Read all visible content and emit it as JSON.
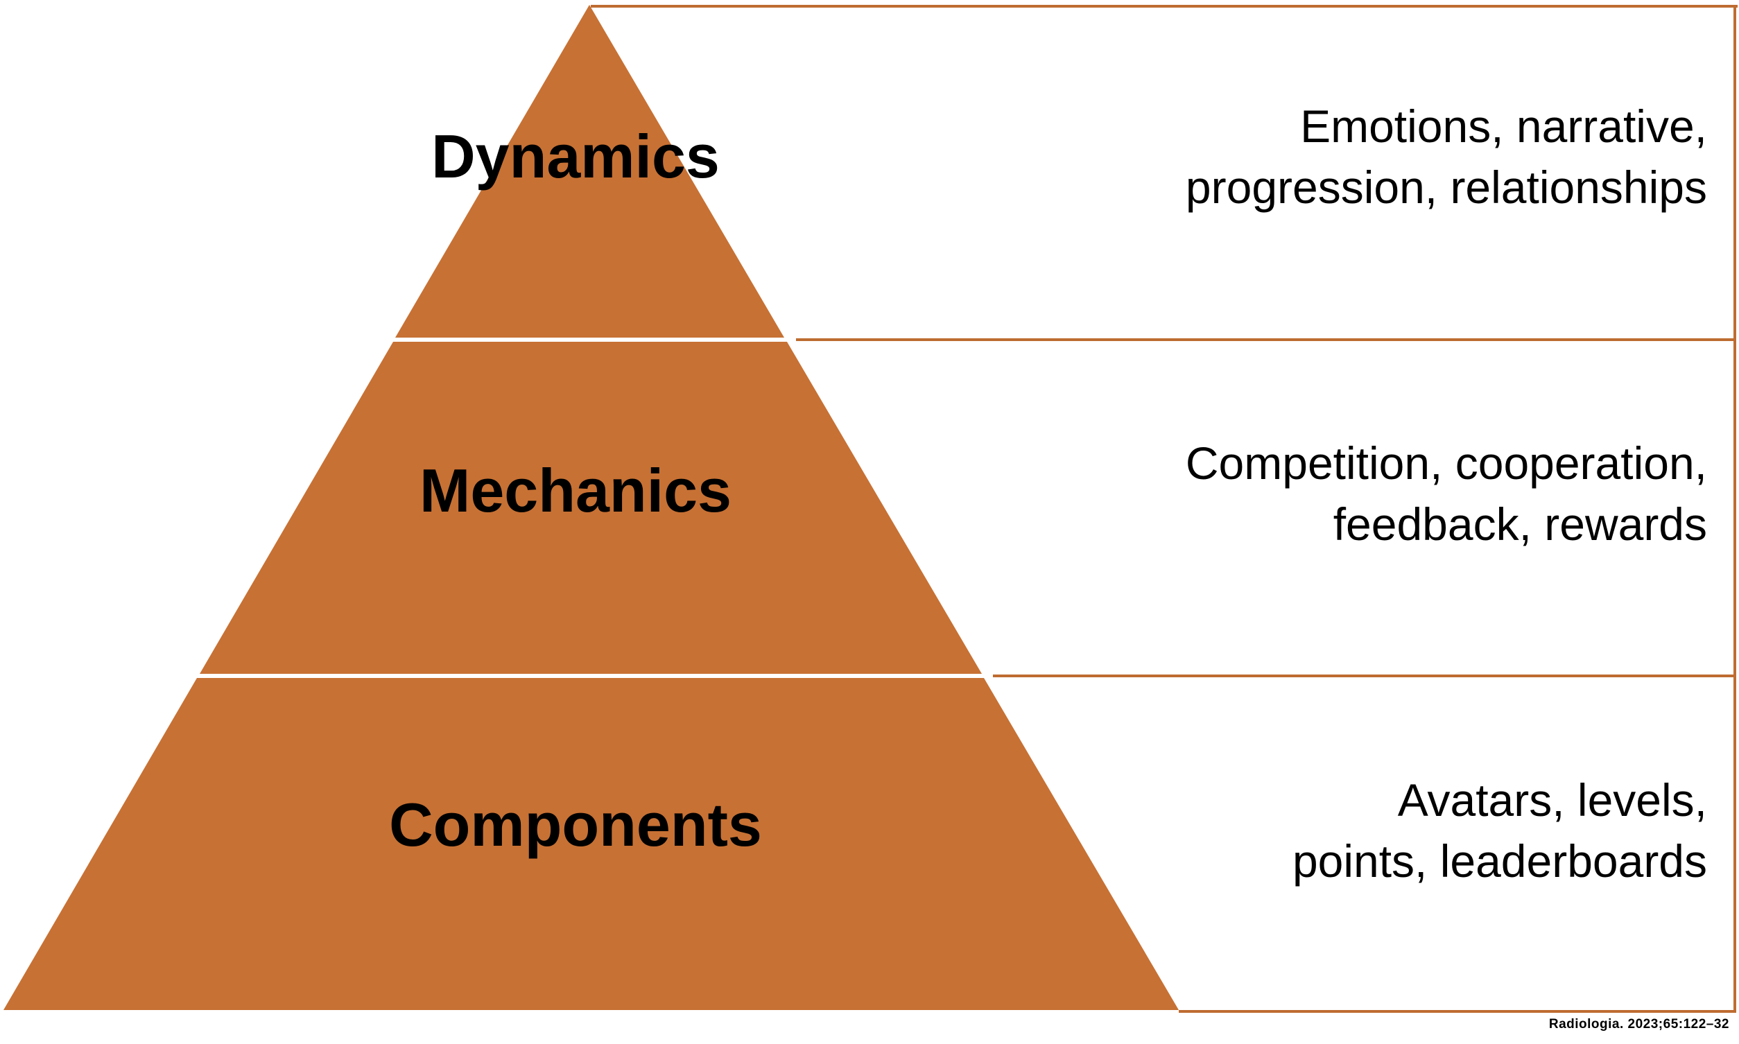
{
  "figure": {
    "levels": [
      {
        "label": "Dynamics",
        "desc_line1": "Emotions, narrative,",
        "desc_line2": "progression, relationships"
      },
      {
        "label": "Mechanics",
        "desc_line1": "Competition, cooperation,",
        "desc_line2": "feedback, rewards"
      },
      {
        "label": "Components",
        "desc_line1": "Avatars, levels,",
        "desc_line2": "points, leaderboards"
      }
    ],
    "citation": "Radiologia. 2023;65:122–32",
    "colors": {
      "pyramid_fill": "#C77134",
      "line": "#BE6C31",
      "text": "#000000",
      "background": "#FFFFFF"
    }
  }
}
